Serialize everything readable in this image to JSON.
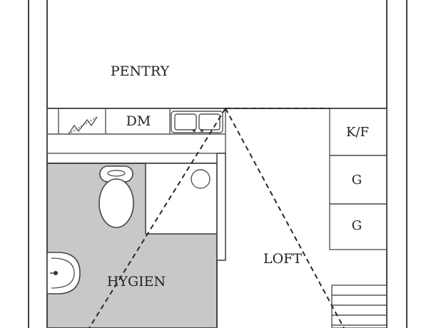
{
  "plan": {
    "labels": {
      "pentry": "PENTRY",
      "dm": "DM",
      "kf": "K/F",
      "g_upper": "G",
      "g_lower": "G",
      "loft": "LOFT",
      "hygien": "HYGIEN"
    },
    "colors": {
      "wall": "#444444",
      "bathroom_fill": "#c8c8c8",
      "background": "#ffffff"
    },
    "icons": [
      "toilet-icon",
      "sink-icon",
      "washbasin-icon",
      "shower-drain-icon",
      "dishwasher-icon",
      "stair-icon"
    ]
  }
}
